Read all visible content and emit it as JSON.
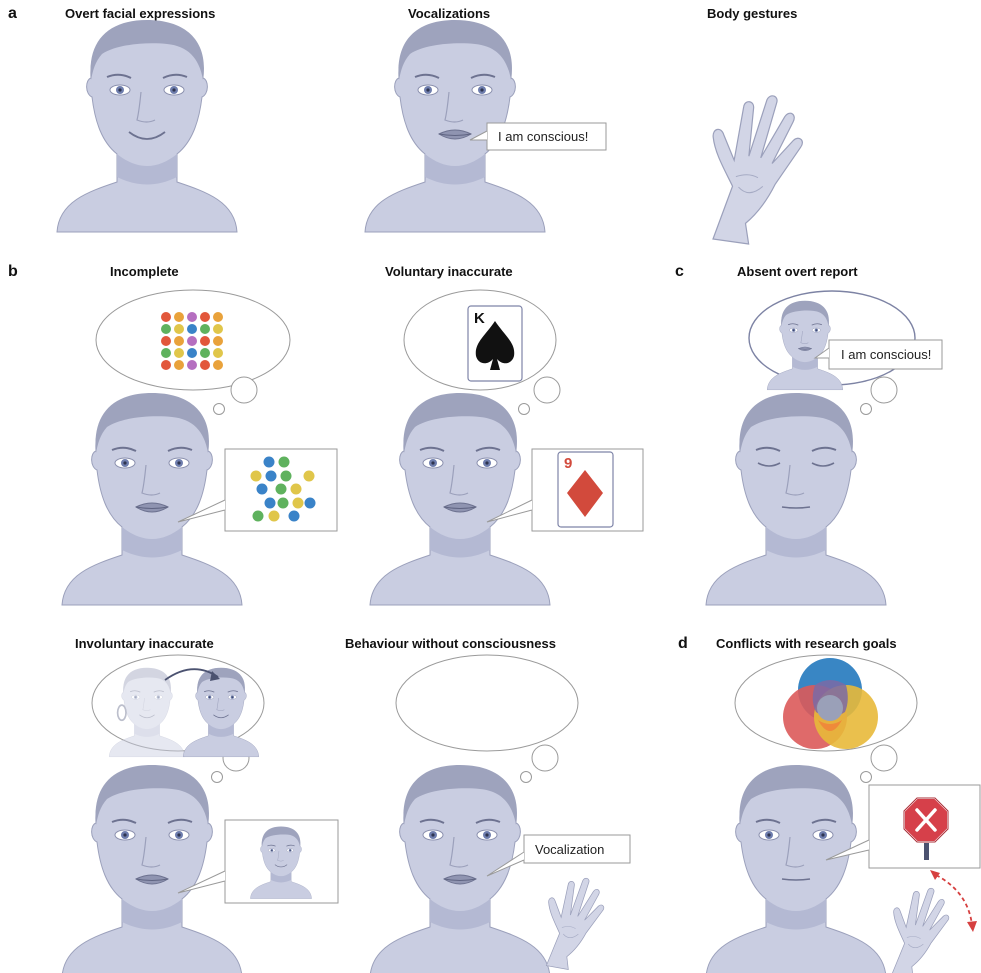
{
  "panels": {
    "a": {
      "label": "a",
      "items": [
        {
          "title": "Overt facial expressions"
        },
        {
          "title": "Vocalizations",
          "speech": "I am conscious!"
        },
        {
          "title": "Body gestures"
        }
      ]
    },
    "b": {
      "label": "b",
      "items": [
        {
          "title": "Incomplete"
        },
        {
          "title": "Voluntary inaccurate",
          "thought_card": "K",
          "said_card": "9"
        },
        {
          "title": "Involuntary inaccurate"
        },
        {
          "title": "Behaviour without consciousness",
          "speech": "Vocalization"
        }
      ]
    },
    "c": {
      "label": "c",
      "items": [
        {
          "title": "Absent overt report",
          "thought_speech": "I am conscious!"
        }
      ]
    },
    "d": {
      "label": "d",
      "items": [
        {
          "title": "Conflicts with research goals"
        }
      ]
    }
  },
  "colors": {
    "skin": "#c7cbe0",
    "skin_shadow": "#b3b8d2",
    "hair": "#9499b4",
    "outline": "#8a8fad",
    "bubble_stroke": "#9a9a9a",
    "card_black": "#111111",
    "card_red": "#d24a3c",
    "venn_blue": "#2e7fc1",
    "venn_red": "#dc5a5a",
    "venn_yellow": "#e8b93a",
    "stop_red": "#d6404a",
    "arrow_red": "#d64040"
  },
  "dot_colors": [
    "#e2573b",
    "#3a83c8",
    "#e9a23b",
    "#5fb25e",
    "#b56fc0",
    "#e0c64a"
  ],
  "icons": [
    "spade-icon",
    "diamond-icon",
    "stop-sign-icon",
    "venn-diagram-icon",
    "hand-icon",
    "curved-arrow-icon",
    "face-icon"
  ]
}
